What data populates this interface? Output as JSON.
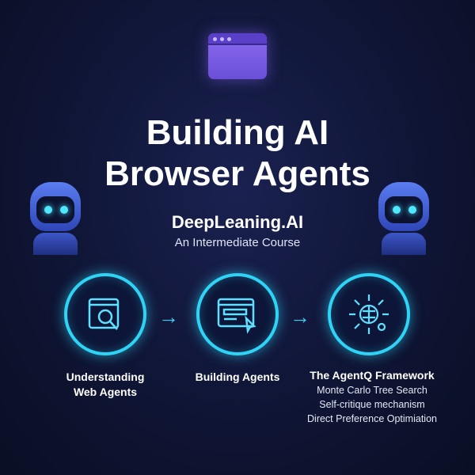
{
  "title_line1": "Building AI",
  "title_line2": "Browser Agents",
  "brand": "DeepLeaning.AI",
  "subtitle": "An Intermediate Course",
  "steps": [
    {
      "label_line1": "Understanding",
      "label_line2": "Web Agents"
    },
    {
      "label": "Building Agents"
    },
    {
      "label": "The AgentQ Framework",
      "details": [
        "Monte Carlo Tree Search",
        "Self-critique mechanism",
        "Direct Preference Optimiation"
      ]
    }
  ],
  "colors": {
    "accent": "#2fd3f5",
    "window": "#7b5ce8"
  }
}
